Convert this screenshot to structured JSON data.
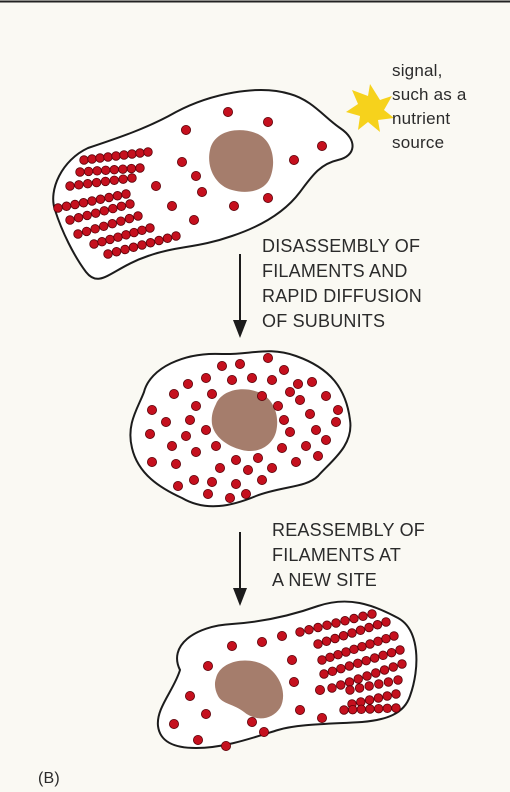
{
  "labels": {
    "signal": "signal,\nsuch as a\nnutrient\nsource",
    "step1": "DISASSEMBLY OF\nFILAMENTS AND\nRAPID DIFFUSION\nOF SUBUNITS",
    "step2": "REASSEMBLY OF\nFILAMENTS AT\nA NEW SITE",
    "panel": "(B)"
  },
  "colors": {
    "subunit": "#c5101e",
    "subunit_stroke": "#5a0008",
    "nucleus": "#a57d6c",
    "cell_outline": "#1c1c1c",
    "cell_fill": "#ffffff",
    "signal": "#f6d21c",
    "arrow": "#1c1c1c",
    "background": "#faf9f3"
  },
  "icons": {
    "signal": "starburst-icon",
    "arrow": "down-arrow-icon"
  }
}
